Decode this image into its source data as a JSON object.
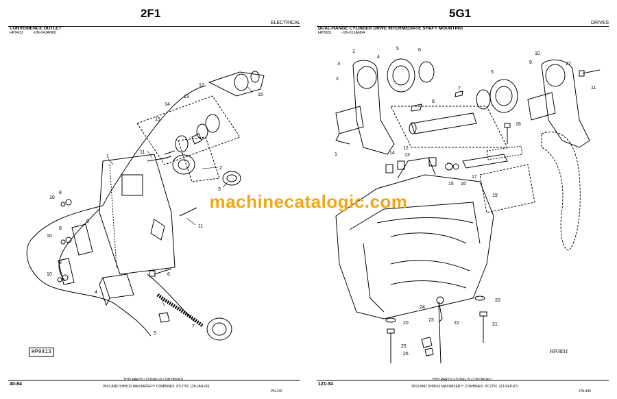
{
  "left": {
    "section": "2F1",
    "category": "ELECTRICAL",
    "title": "CONVENIENCE OUTLET",
    "figure_id": "HP9413",
    "figure_code": "-UN-04JAN00",
    "box_label": "HP9413",
    "callouts": [
      "1",
      "2",
      "3",
      "4",
      "5",
      "6",
      "7",
      "8",
      "8",
      "8",
      "9",
      "10",
      "10",
      "10",
      "11",
      "11",
      "12",
      "13",
      "14",
      "15",
      "16"
    ],
    "footer": {
      "page": "40-84",
      "continued": "THIS PARTS LISTING IS CONTINUED",
      "combines": "9510 AND SH9510 MAXIMIZER™ COMBINES",
      "pc": "PC2701",
      "date": "(28-JAN-00)",
      "pn": "PN-230"
    }
  },
  "right": {
    "section": "5G1",
    "category": "DRIVES",
    "title": "DUAL-RANGE CYLINDER DRIVE INTERMEDIATE SHAFT MOUNTING",
    "figure_id": "HP3831",
    "figure_code": "-UN-01JAN94",
    "art_label": "HP3831",
    "callouts": [
      "1",
      "1",
      "2",
      "3",
      "4",
      "5",
      "5",
      "6",
      "7",
      "8",
      "9",
      "10",
      "11",
      "12",
      "13",
      "14",
      "15",
      "16",
      "17",
      "18",
      "19",
      "20",
      "20",
      "21",
      "22",
      "23",
      "24",
      "25",
      "26",
      "27"
    ],
    "footer": {
      "page": "121-34",
      "continued": "THIS PARTS LISTING IS CONTINUED",
      "combines": "9510 AND SH9510 MAXIMIZER™ COMBINES",
      "pc": "PC2701",
      "date": "(23-SEP-97)",
      "pn": "PN-490"
    }
  },
  "watermark": "machinecatalogic.com"
}
